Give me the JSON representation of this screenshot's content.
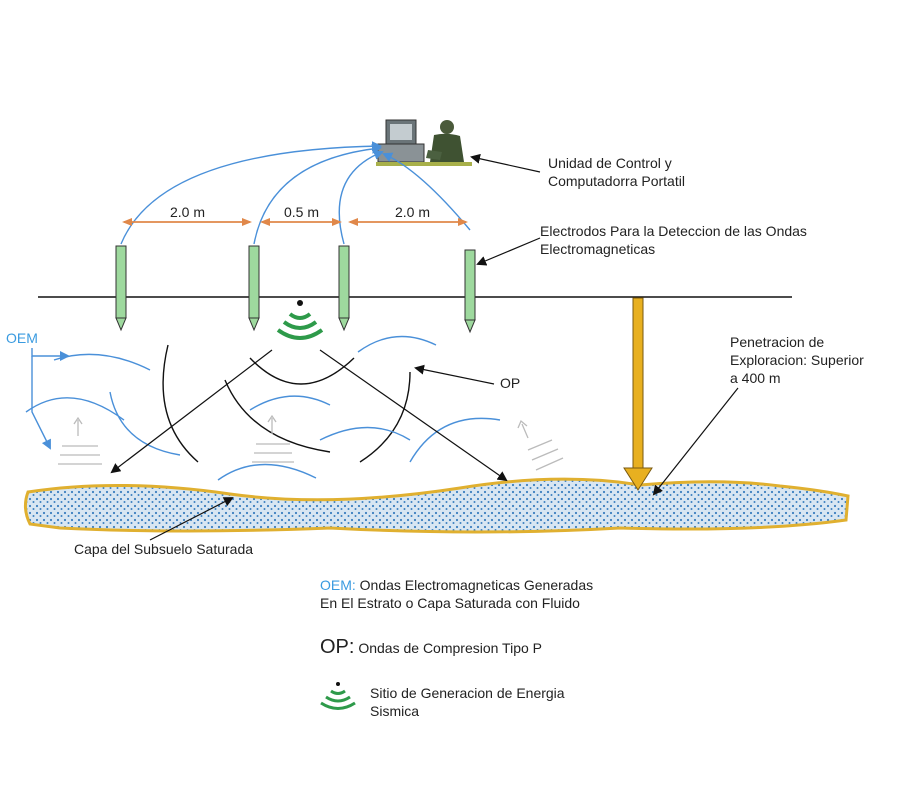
{
  "labels": {
    "control_unit_line1": "Unidad de Control y",
    "control_unit_line2": "Computadorra Portatil",
    "electrodes_line1": "Electrodos Para la Deteccion de las Ondas",
    "electrodes_line2": "Electromagneticas",
    "penetration_line1": "Penetracion de",
    "penetration_line2": "Exploracion: Superior",
    "penetration_line3": "a 400 m",
    "op": "OP",
    "oem": "OEM",
    "saturated_layer": "Capa del Subsuelo Saturada"
  },
  "dimensions": {
    "spacing_left": "2.0 m",
    "spacing_middle": "0.5 m",
    "spacing_right": "2.0 m"
  },
  "legend": {
    "oem_key": "OEM:",
    "oem_text_line1": "Ondas Electromagneticas Generadas",
    "oem_text_line2": "En El Estrato o Capa Saturada con Fluido",
    "op_key": "OP:",
    "op_text": "Ondas de Compresion Tipo P",
    "seismic_text_line1": "Sitio de Generacion de Energia",
    "seismic_text_line2": "Sismica"
  },
  "colors": {
    "electrode": "#9ed99e",
    "dimension_arrow": "#e0884a",
    "em_wave": "#4a90d9",
    "seismic_source": "#2e9a4a",
    "penetration_arrow": "#e8b020",
    "layer_fill": "#d8e6f2",
    "layer_dots": "#3b7fbf",
    "layer_border": "#e0b030"
  }
}
